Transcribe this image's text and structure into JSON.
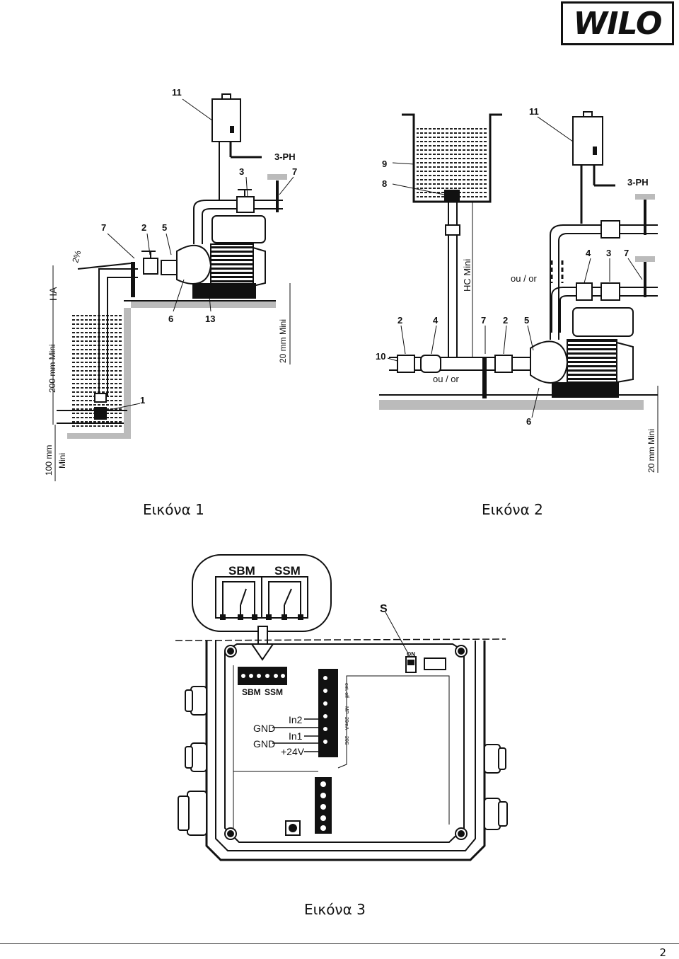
{
  "header": {
    "logo_text": "WILO"
  },
  "figure1": {
    "caption": "Εικόνα 1",
    "callouts": [
      "11",
      "3-PH",
      "3",
      "7",
      "7",
      "2",
      "5",
      "6",
      "13",
      "1"
    ],
    "dims": {
      "slope": "2%",
      "ha": "HA",
      "min200": "200 mm Mini",
      "min100a": "100 mm",
      "min100b": "Mini",
      "min20": "20 mm Mini"
    }
  },
  "figure2": {
    "caption": "Εικόνα 2",
    "callouts": [
      "11",
      "9",
      "8",
      "3-PH",
      "4",
      "3",
      "7",
      "2",
      "4",
      "7",
      "2",
      "5",
      "10",
      "6"
    ],
    "labels": {
      "or1": "ou / or",
      "or2": "ou / or",
      "hc": "HC Mini",
      "min20": "20 mm Mini"
    }
  },
  "figure3": {
    "caption": "Εικόνα 3",
    "relay_sbm": "SBM",
    "relay_ssm": "SSM",
    "switch_label": "S",
    "switch_on": "ON",
    "terminals": {
      "sbm": "SBM",
      "ssm": "SSM",
      "gnd1": "GND",
      "gnd2": "GND",
      "in2": "In2",
      "in1": "In1",
      "v24": "+24V"
    },
    "side_labels": [
      "ext. off",
      "MP",
      "20mA",
      "20S"
    ]
  },
  "footer": {
    "page_number": "2"
  },
  "colors": {
    "ink": "#111111",
    "fill_grey": "#b8b8b8",
    "dark": "#1a1a1a"
  }
}
